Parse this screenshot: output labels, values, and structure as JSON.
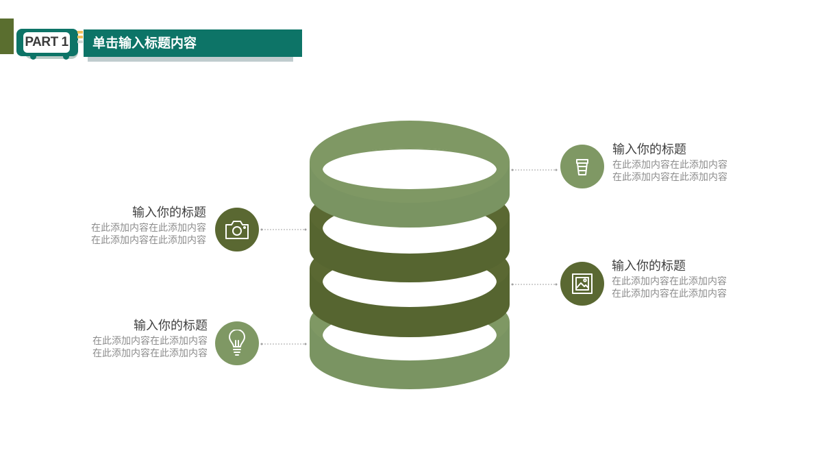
{
  "header": {
    "part_label": "PART 1",
    "title": "单击输入标题内容"
  },
  "items": [
    {
      "icon": "cup-icon",
      "title": "输入你的标题",
      "line1": "在此添加内容在此添加内容",
      "line2": "在此添加内容在此添加内容"
    },
    {
      "icon": "camera-icon",
      "title": "输入你的标题",
      "line1": "在此添加内容在此添加内容",
      "line2": "在此添加内容在此添加内容"
    },
    {
      "icon": "picture-icon",
      "title": "输入你的标题",
      "line1": "在此添加内容在此添加内容",
      "line2": "在此添加内容在此添加内容"
    },
    {
      "icon": "lightbulb-icon",
      "title": "输入你的标题",
      "line1": "在此添加内容在此添加内容",
      "line2": "在此添加内容在此添加内容"
    }
  ],
  "colors": {
    "teal": "#0d7467",
    "light_green": "#7f9864",
    "dark_green": "#5a6832",
    "olive": "#5a6e2f",
    "accent_yellow": "#efc05a"
  }
}
